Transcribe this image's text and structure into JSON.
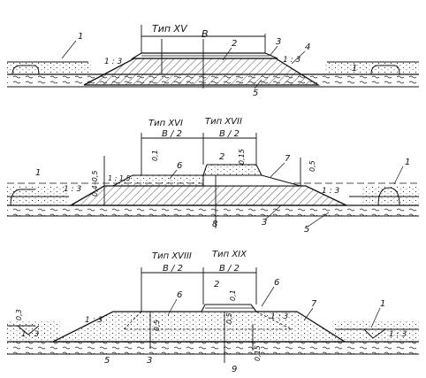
{
  "section1": {
    "type_label": "Тип XV",
    "width_label": "B",
    "slope_left": "1 : 3",
    "slope_right": "1 : 3",
    "callouts": [
      "1",
      "2",
      "3",
      "4",
      "5",
      "1"
    ]
  },
  "section2": {
    "type_left": "Тип XVI",
    "type_right": "Тип XVII",
    "half_width_left": "B / 2",
    "half_width_right": "B / 2",
    "dim_01": "0,1",
    "dim_015": "0,15",
    "dim_05": "0,5",
    "dim_0405": "0,4–0,5",
    "slope_left": "1 : 3",
    "slope_15": "1 : 1,5",
    "slope_right": "1 : 3",
    "callouts": [
      "1",
      "6",
      "2",
      "7",
      "1",
      "8",
      "3",
      "5"
    ]
  },
  "section3": {
    "type_left": "Тип XVIII",
    "type_right": "Тип XIX",
    "half_width_left": "B / 2",
    "half_width_right": "B / 2",
    "dim_03": "0,3",
    "dim_01": "0,1",
    "dim_05a": "0,5",
    "dim_05b": "0,5",
    "dim_015": "0,15",
    "slope_left": "1 : 3",
    "slope_mid": "1 : 3",
    "slope_right": "1 : 3",
    "slope_far": "1 : 3",
    "callouts": [
      "2",
      "6",
      "6",
      "7",
      "1",
      "5",
      "3",
      "9"
    ]
  }
}
